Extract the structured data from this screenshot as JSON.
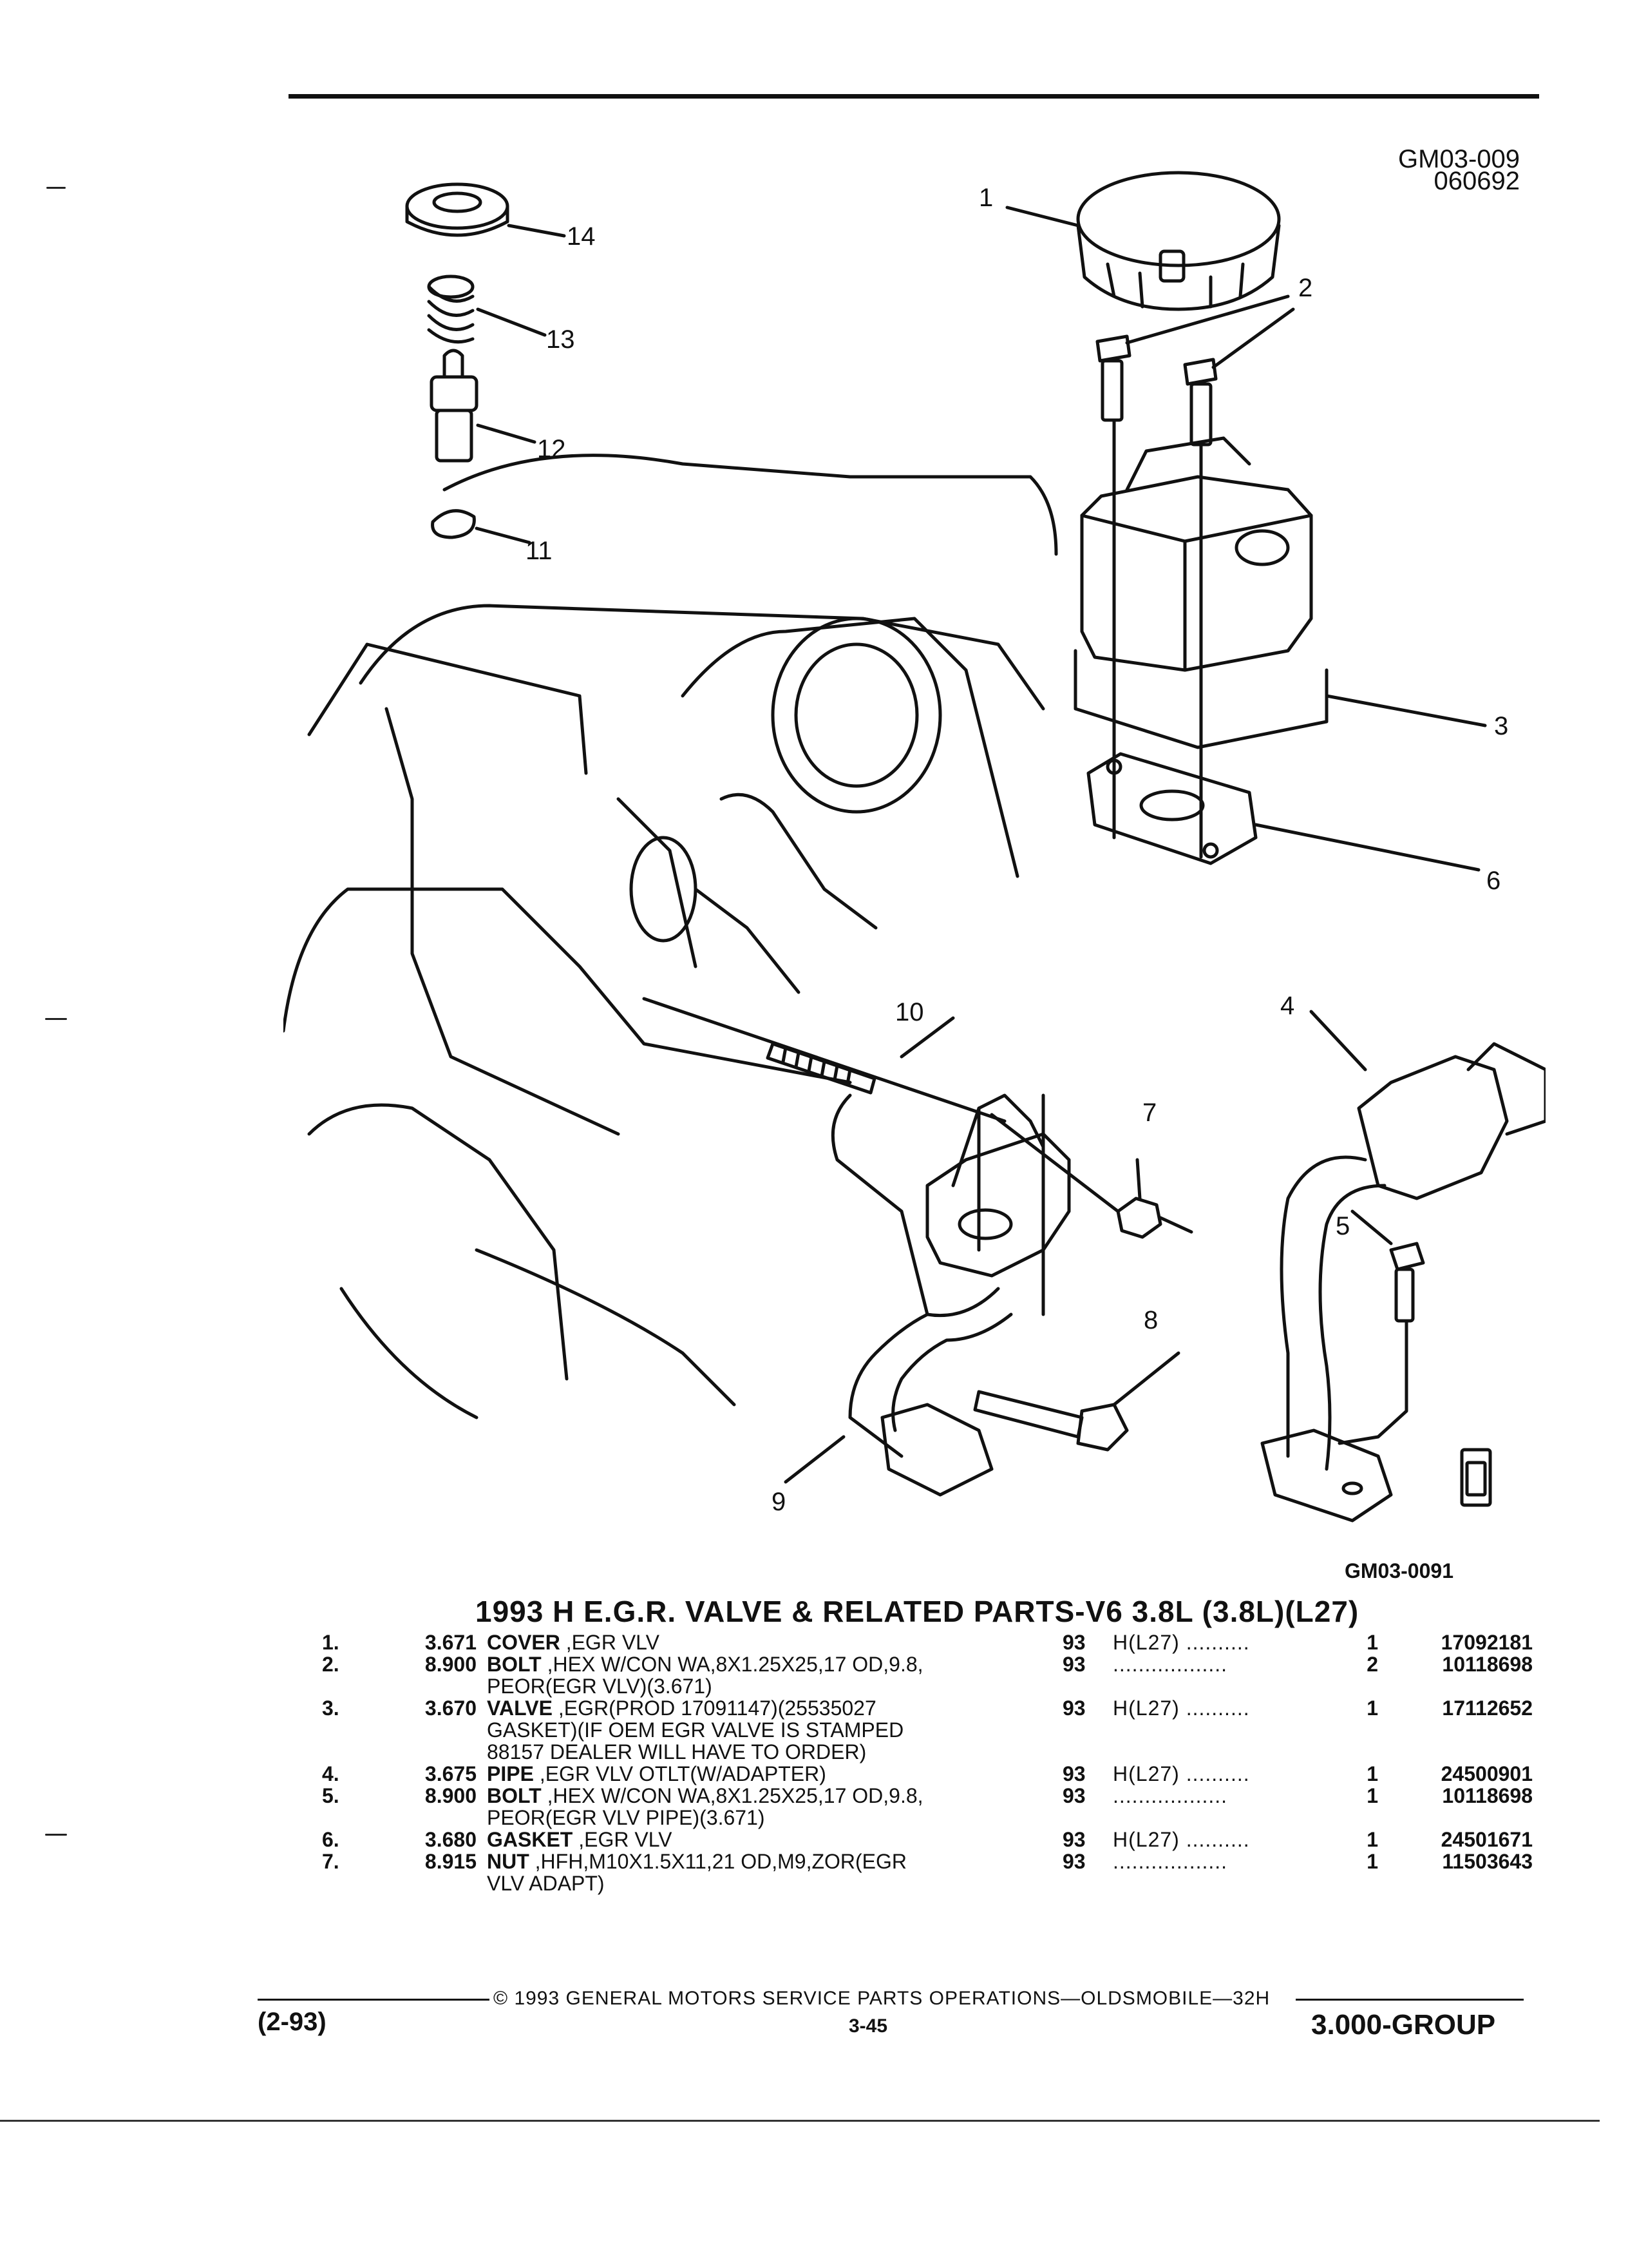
{
  "figure": {
    "code_line1": "GM03-009",
    "code_line2": "060692",
    "illustration_id": "GM03-0091",
    "callouts": [
      "1",
      "2",
      "3",
      "4",
      "5",
      "6",
      "7",
      "8",
      "9",
      "10",
      "11",
      "12",
      "13",
      "14"
    ]
  },
  "parts_list": {
    "title": "1993 H E.G.R. VALVE & RELATED PARTS-V6 3.8L (3.8L)(L27)",
    "rows": [
      {
        "num": "1.",
        "group": "3.671",
        "name": "COVER",
        "desc": " ,EGR VLV",
        "year": "93",
        "model": "H(L27)  ..........",
        "qty": "1",
        "part_number": "17092181"
      },
      {
        "num": "2.",
        "group": "8.900",
        "name": "BOLT",
        "desc": " ,HEX W/CON WA,8X1.25X25,17 OD,9.8,\nPEOR(EGR VLV)(3.671)",
        "year": "93",
        "model": "..................",
        "qty": "2",
        "part_number": "10118698"
      },
      {
        "num": "3.",
        "group": "3.670",
        "name": "VALVE",
        "desc": " ,EGR(PROD 17091147)(25535027\nGASKET)(IF OEM EGR VALVE IS STAMPED\n88157 DEALER WILL HAVE TO ORDER)",
        "year": "93",
        "model": "H(L27)  ..........",
        "qty": "1",
        "part_number": "17112652"
      },
      {
        "num": "4.",
        "group": "3.675",
        "name": "PIPE",
        "desc": " ,EGR VLV OTLT(W/ADAPTER)",
        "year": "93",
        "model": "H(L27)  ..........",
        "qty": "1",
        "part_number": "24500901"
      },
      {
        "num": "5.",
        "group": "8.900",
        "name": "BOLT",
        "desc": " ,HEX W/CON WA,8X1.25X25,17 OD,9.8,\nPEOR(EGR VLV PIPE)(3.671)",
        "year": "93",
        "model": "..................",
        "qty": "1",
        "part_number": "10118698"
      },
      {
        "num": "6.",
        "group": "3.680",
        "name": "GASKET",
        "desc": " ,EGR VLV",
        "year": "93",
        "model": "H(L27)  ..........",
        "qty": "1",
        "part_number": "24501671"
      },
      {
        "num": "7.",
        "group": "8.915",
        "name": "NUT",
        "desc": " ,HFH,M10X1.5X11,21 OD,M9,ZOR(EGR\nVLV ADAPT)",
        "year": "93",
        "model": "..................",
        "qty": "1",
        "part_number": "11503643"
      }
    ]
  },
  "footer": {
    "date_code": "(2-93)",
    "copyright": "© 1993 GENERAL MOTORS SERVICE PARTS OPERATIONS—OLDSMOBILE—32H",
    "page": "3-45",
    "group": "3.000-GROUP"
  }
}
